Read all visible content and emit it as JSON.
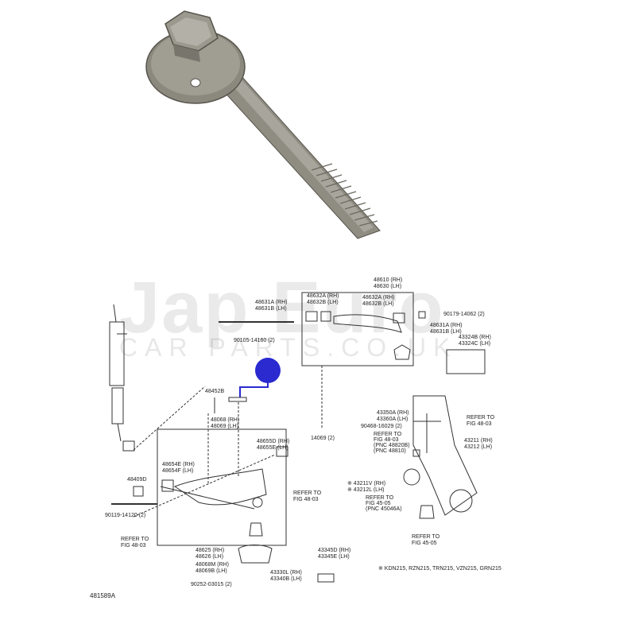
{
  "watermark": {
    "main": "Jap Euro",
    "sub": "CAR PARTS.CO.UK"
  },
  "diagram_code": "481589A",
  "footnote": "※ KDN215, RZN215, TRN215, VZN215, GRN215",
  "labels": {
    "p48610": "48610 (RH)",
    "p48630": "48630 (LH)",
    "p48631A": "48631A (RH)",
    "p48631B": "48631B (LH)",
    "p48632A": "48632A (RH)",
    "p48632B": "48632B (LH)",
    "p48632A_2": "48632A (RH)",
    "p48632B_2": "48632B (LH)",
    "p90179": "90179-14062 (2)",
    "p48631A_2": "48631A (RH)",
    "p48631B_2": "48631B (LH)",
    "p43324B": "43324B (RH)",
    "p43324C": "43324C (LH)",
    "p90105": "90105-14160 (2)",
    "p48452B": "48452B",
    "p48068": "48068 (RH)",
    "p48069": "48069 (LH)",
    "p48655D": "48655D (RH)",
    "p48655E": "48655E (LH)",
    "p14069": "14069 (2)",
    "p48654E": "48654E (RH)",
    "p48654F": "48654F (LH)",
    "p48409D": "48409D",
    "p90119": "90119-14120 (2)",
    "refer1a": "REFER TO",
    "refer1b": "FIG 48-03",
    "refer2a": "REFER TO",
    "refer2b": "FIG 48-03",
    "p48625": "48625 (RH)",
    "p48626": "48626 (LH)",
    "p48068M": "48068M (RH)",
    "p48069B": "48069B (LH)",
    "p90252": "90252-03015 (2)",
    "p43330L": "43330L (RH)",
    "p43340B": "43340B (LH)",
    "p43345D": "43345D (RH)",
    "p43345E": "43345E (LH)",
    "p43350A": "43350A (RH)",
    "p43360A": "43360A (LH)",
    "p90468": "90468-16029 (2)",
    "refer3a": "REFER TO",
    "refer3b": "FIG 48-03",
    "pnc1": "(PNC 48820B)",
    "pnc1b": "(PNC 48810)",
    "p43211": "43211 (RH)",
    "p43212": "43212 (LH)",
    "refer4a": "REFER TO",
    "refer4b": "FIG 48-03",
    "p43211V": "※ 43211V (RH)",
    "p43212L": "※ 43212L (LH)",
    "refer5a": "REFER TO",
    "refer5b": "FIG 45-05",
    "pnc2": "(PNC 45046A)",
    "refer6a": "REFER TO",
    "refer6b": "FIG 45-05"
  },
  "colors": {
    "highlight": "#2a2ad0",
    "line": "#333333",
    "bolt": "#8e8c80",
    "bolt_dark": "#5d5b52",
    "bolt_light": "#b9b7ad"
  }
}
